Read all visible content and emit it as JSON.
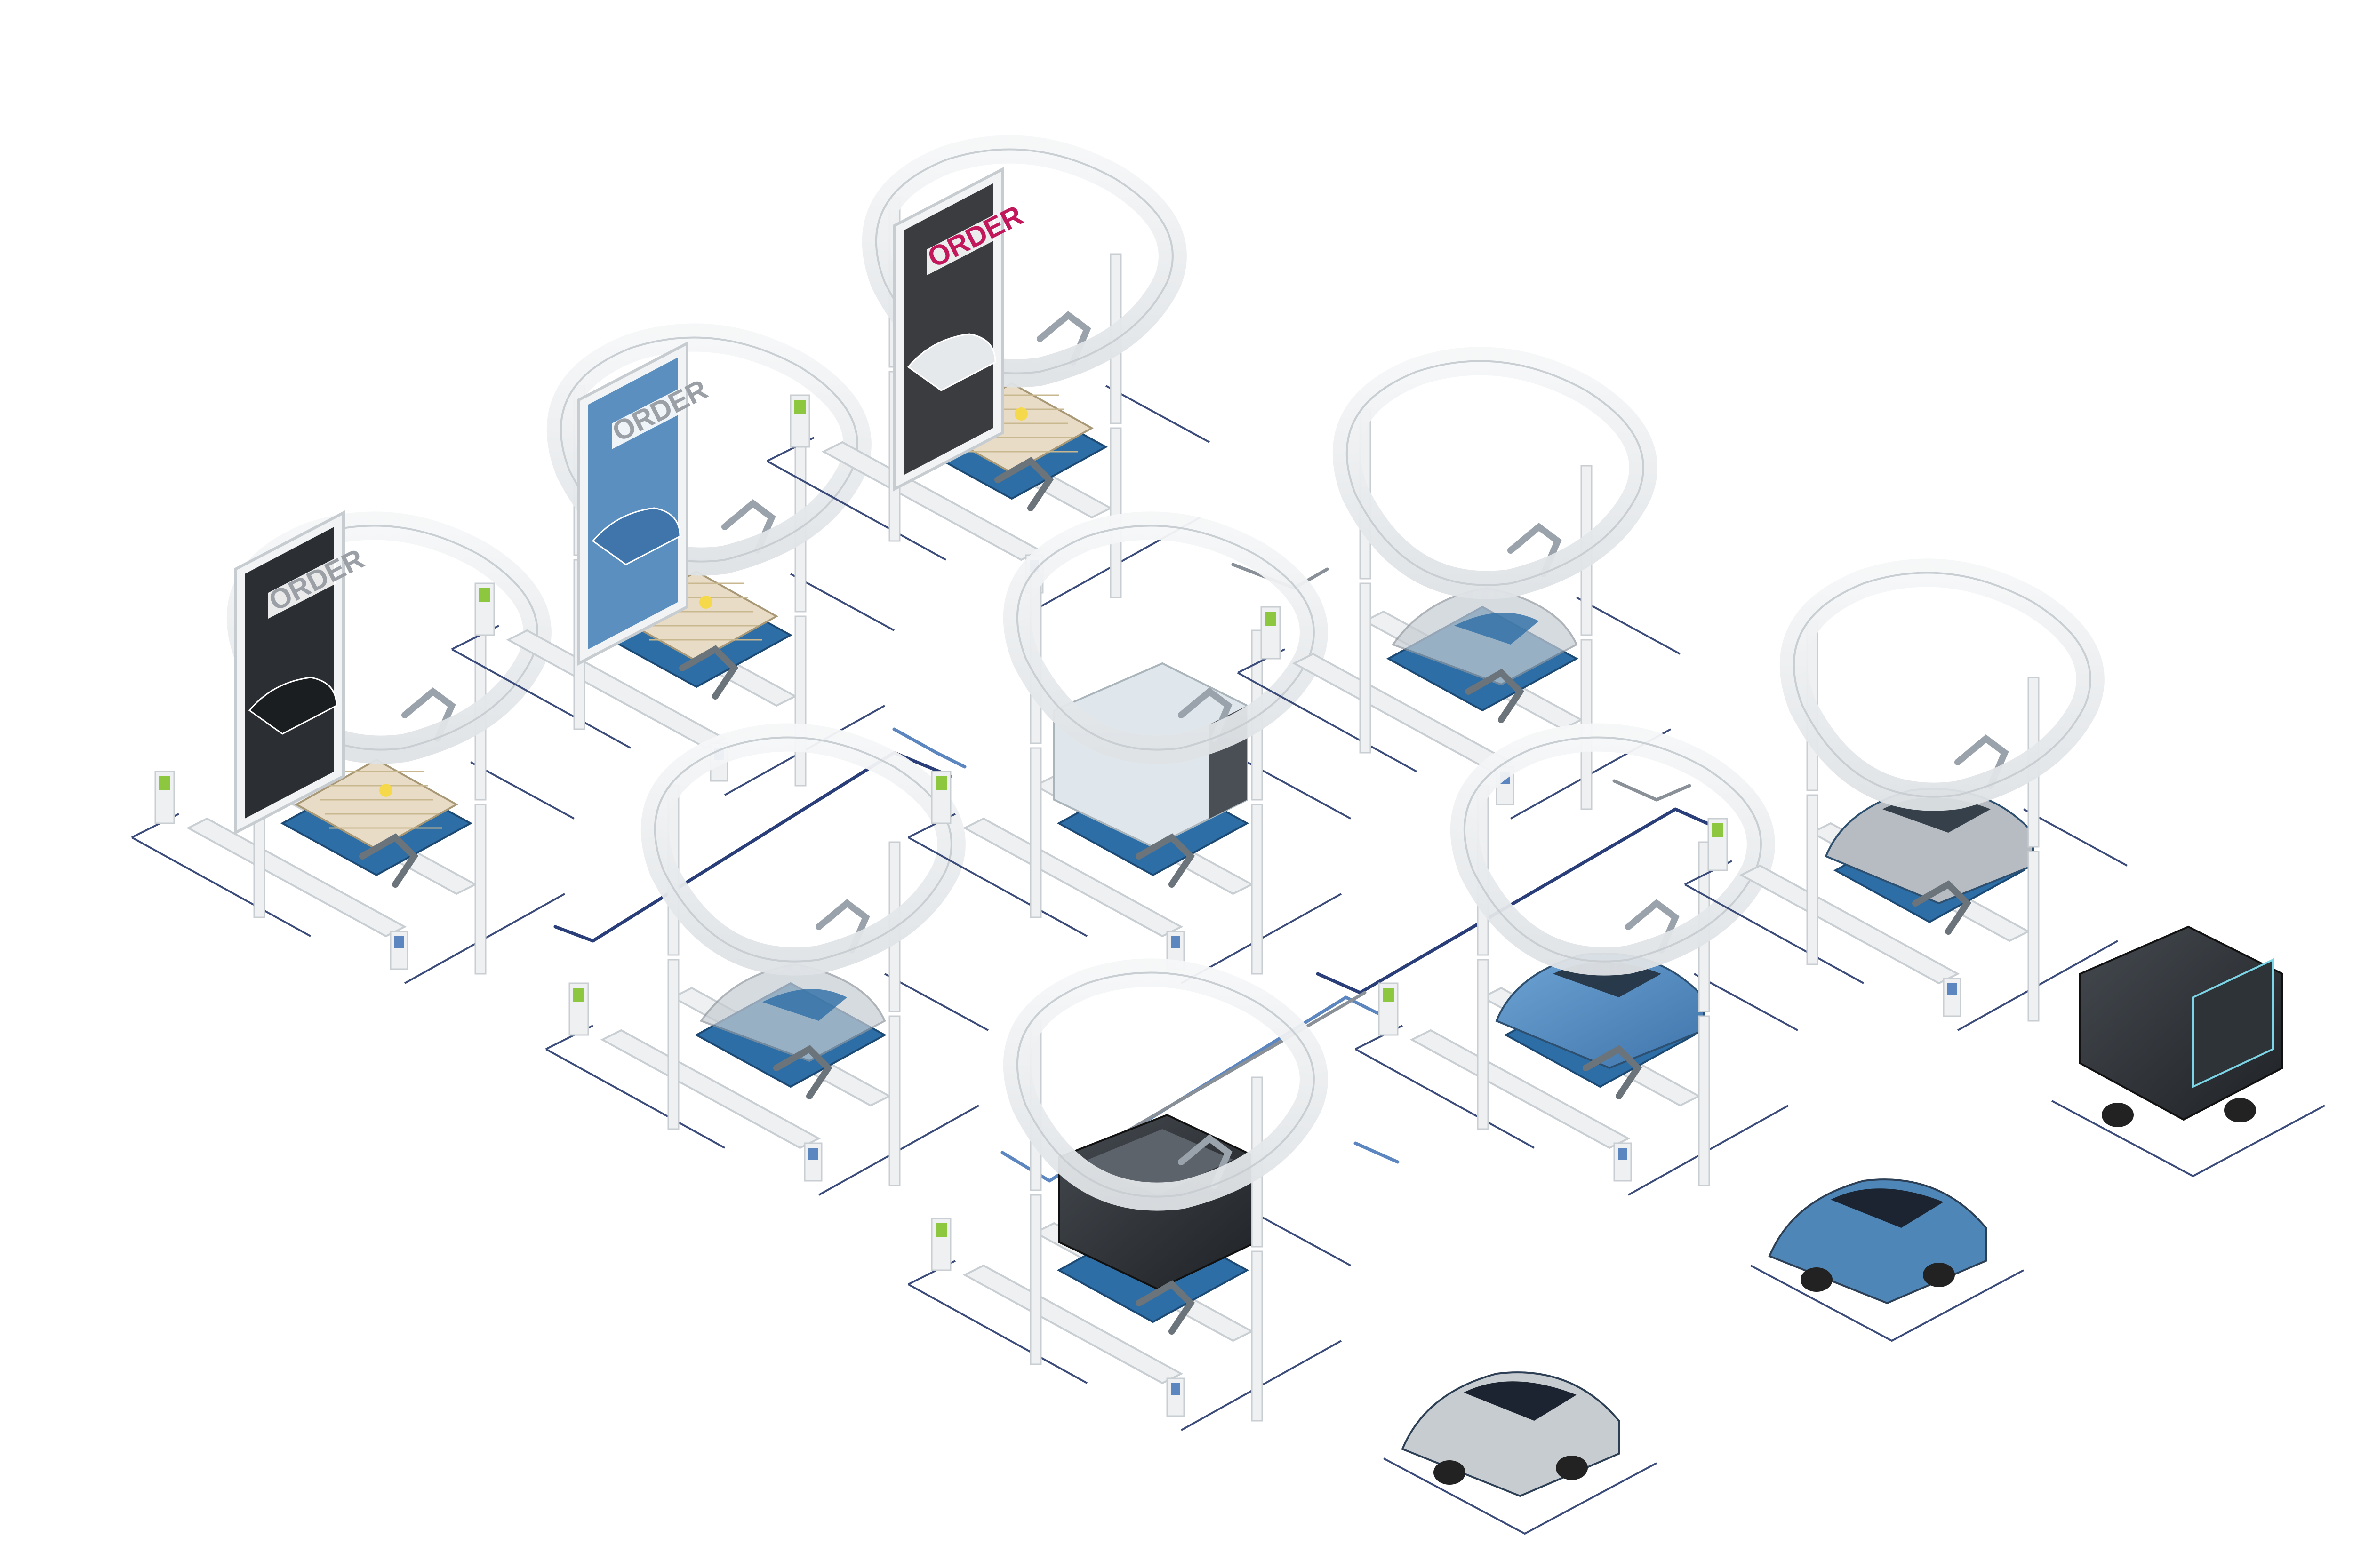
{
  "phones": [
    {
      "label": "ORDER",
      "screen_color": "#2b2f33",
      "label_color": "#9aa0a6",
      "vehicle": "shuttle"
    },
    {
      "label": "ORDER",
      "screen_color": "#5a8fc0",
      "label_color": "#9aa0a6",
      "vehicle": "suv"
    },
    {
      "label": "ORDER",
      "screen_color": "#3a3c40",
      "label_color": "#c2185b",
      "vehicle": "suv-white"
    }
  ],
  "stations": [
    {
      "vehicle": "battery-pack",
      "body_color": "#2d6ea6"
    },
    {
      "vehicle": "battery-pack",
      "body_color": "#2d6ea6"
    },
    {
      "vehicle": "battery-pack",
      "body_color": "#2d6ea6"
    },
    {
      "vehicle": "chassis",
      "body_color": "#2d6ea6"
    },
    {
      "vehicle": "body-white",
      "body_color": "#dfe7ec"
    },
    {
      "vehicle": "chassis",
      "body_color": "#2d6ea6"
    },
    {
      "vehicle": "shuttle-body",
      "body_color": "#2b2f33"
    },
    {
      "vehicle": "suv",
      "body_color": "#4f86b8"
    },
    {
      "vehicle": "suv-silver",
      "body_color": "#b7bcc2"
    }
  ],
  "finished_vehicles": [
    {
      "type": "shuttle",
      "color": "#2b2f33"
    },
    {
      "type": "suv",
      "color": "#4f86b8"
    },
    {
      "type": "suv",
      "color": "#c7ccd1"
    }
  ],
  "colors": {
    "frame": "#e9ecef",
    "frame_edge": "#c9ced3",
    "link_dark": "#2a3f7a",
    "link_light": "#5b86c0",
    "link_gray": "#8a9098",
    "screen_green": "#8dc63f"
  }
}
